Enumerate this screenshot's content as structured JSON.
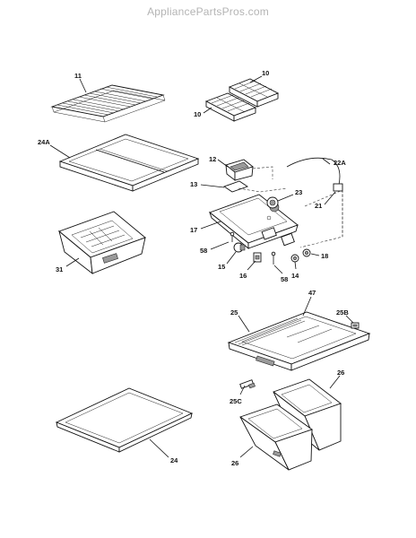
{
  "watermark": "AppliancePartsPros.com",
  "callouts": [
    {
      "id": "c11",
      "text": "11"
    },
    {
      "id": "c10a",
      "text": "10"
    },
    {
      "id": "c10b",
      "text": "10"
    },
    {
      "id": "c24a",
      "text": "24A"
    },
    {
      "id": "c12",
      "text": "12"
    },
    {
      "id": "c22a",
      "text": "22A"
    },
    {
      "id": "c13",
      "text": "13"
    },
    {
      "id": "c23",
      "text": "23"
    },
    {
      "id": "c21",
      "text": "21"
    },
    {
      "id": "c17",
      "text": "17"
    },
    {
      "id": "c31",
      "text": "31"
    },
    {
      "id": "c58a",
      "text": "58"
    },
    {
      "id": "c18",
      "text": "18"
    },
    {
      "id": "c15",
      "text": "15"
    },
    {
      "id": "c16",
      "text": "16"
    },
    {
      "id": "c14",
      "text": "14"
    },
    {
      "id": "c58b",
      "text": "58"
    },
    {
      "id": "c47",
      "text": "47"
    },
    {
      "id": "c25",
      "text": "25"
    },
    {
      "id": "c25b",
      "text": "25B"
    },
    {
      "id": "c26a",
      "text": "26"
    },
    {
      "id": "c25c",
      "text": "25C"
    },
    {
      "id": "c24",
      "text": "24"
    },
    {
      "id": "c26b",
      "text": "26"
    }
  ]
}
